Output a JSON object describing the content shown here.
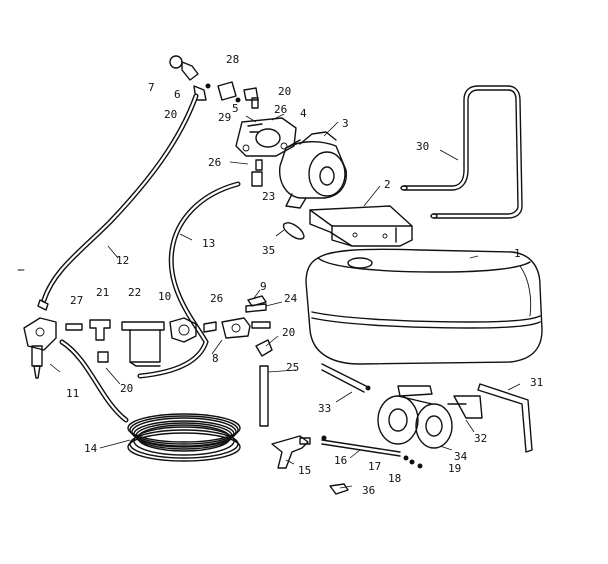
{
  "diagram": {
    "part_labels": {
      "p1": "1",
      "p2": "2",
      "p3": "3",
      "p4": "4",
      "p6": "6",
      "p7": "7",
      "p8": "8",
      "p9": "9",
      "p10": "10",
      "p11": "11",
      "p12": "12",
      "p13": "13",
      "p14": "14",
      "p15": "15",
      "p16": "16",
      "p17": "17",
      "p18": "18",
      "p19": "19",
      "p20a": "20",
      "p20b": "20",
      "p20c": "20",
      "p20d": "20",
      "p21": "21",
      "p22": "22",
      "p23": "23",
      "p24": "24",
      "p25": "25",
      "p26a": "26",
      "p26b": "26",
      "p26c": "26",
      "p27": "27",
      "p28": "28",
      "p29": "29",
      "p30": "30",
      "p31": "31",
      "p32": "32",
      "p33": "33",
      "p34": "34",
      "p35": "35",
      "p36": "36",
      "p5": "5"
    }
  }
}
